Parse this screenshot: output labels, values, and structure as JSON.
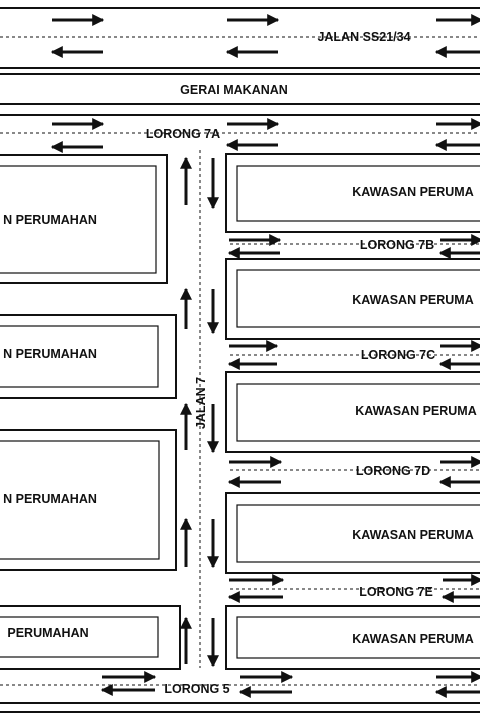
{
  "map": {
    "roads": {
      "main_road": "JALAN SS21/34",
      "food_stalls": "GERAI MAKANAN",
      "lorong_7a": "LORONG 7A",
      "lorong_7b": "LORONG 7B",
      "lorong_7c": "LORONG 7C",
      "lorong_7d": "LORONG 7D",
      "lorong_7e": "LORONG 7E",
      "lorong_5": "LORONG 5",
      "jalan_7": "JALAN 7"
    },
    "blocks_left": [
      "N PERUMAHAN",
      "N PERUMAHAN",
      "N PERUMAHAN",
      "PERUMAHAN"
    ],
    "blocks_right": [
      "KAWASAN PERUMA",
      "KAWASAN PERUMA",
      "KAWASAN PERUMA",
      "KAWASAN PERUMA",
      "KAWASAN PERUMA"
    ],
    "colors": {
      "line": "#111111",
      "background": "#ffffff"
    }
  }
}
